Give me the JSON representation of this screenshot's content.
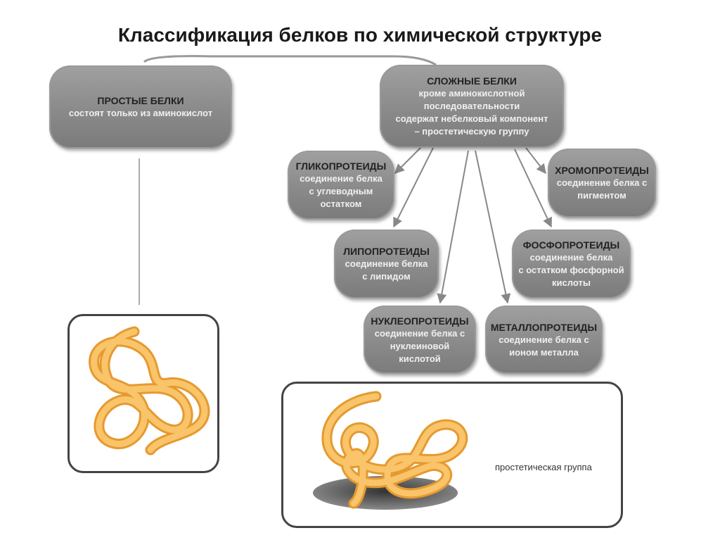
{
  "title": "Классификация белков по химической структуре",
  "simple": {
    "heading": "ПРОСТЫЕ БЕЛКИ",
    "text": "состоят только из аминокислот"
  },
  "complex": {
    "heading": "СЛОЖНЫЕ БЕЛКИ",
    "text": "кроме аминокислотной\nпоследовательности\nсодержат небелковый компонент\n– простетическую группу"
  },
  "subtypes": [
    {
      "heading": "ГЛИКОПРОТЕИДЫ",
      "text": "соединение белка\nс углеводным\nостатком"
    },
    {
      "heading": "ХРОМОПРОТЕИДЫ",
      "text": "соединение белка с\nпигментом"
    },
    {
      "heading": "ЛИПОПРОТЕИДЫ",
      "text": "соединение белка\nс липидом"
    },
    {
      "heading": "ФОСФОПРОТЕИДЫ",
      "text": "соединение белка\nс остатком фосфорной\nкислоты"
    },
    {
      "heading": "НУКЛЕОПРОТЕИДЫ",
      "text": "соединение белка с\nнуклеиновой\nкислотой"
    },
    {
      "heading": "МЕТАЛЛОПРОТЕИДЫ",
      "text": "соединение белка с\nионом металла"
    }
  ],
  "prosthetic_label": "простетическая группа",
  "colors": {
    "node": "#8c8c8c",
    "heading": "#222222",
    "protein": "#f7b54f",
    "frame": "#444444"
  }
}
